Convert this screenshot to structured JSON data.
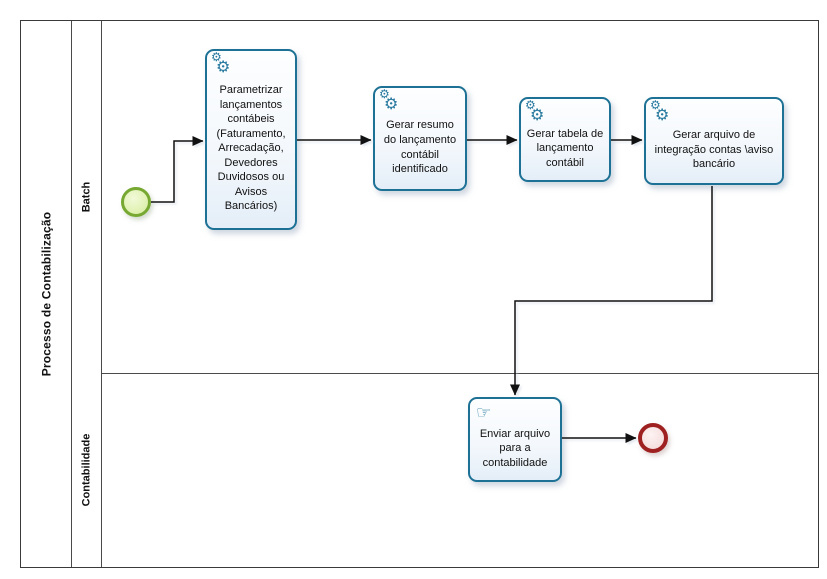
{
  "diagram": {
    "pool": {
      "label": "Processo de Contabilização"
    },
    "lanes": [
      {
        "label": "Batch"
      },
      {
        "label": "Contabilidade"
      }
    ],
    "tasks": [
      {
        "label": "Parametrizar lançamentos contábeis (Faturamento, Arrecadação, Devedores Duvidosos ou Avisos Bancários)",
        "icon": "service-gear-icon"
      },
      {
        "label": "Gerar resumo do lançamento contábil identificado",
        "icon": "service-gear-icon"
      },
      {
        "label": "Gerar tabela de lançamento contábil",
        "icon": "service-gear-icon"
      },
      {
        "label": "Gerar arquivo de integração contas \\aviso bancário",
        "icon": "service-gear-icon"
      },
      {
        "label": "Enviar arquivo para a contabilidade",
        "icon": "manual-hand-icon"
      }
    ],
    "events": [
      {
        "type": "start-event",
        "color": "#76a832"
      },
      {
        "type": "end-event",
        "color": "#9e2020"
      }
    ],
    "colors": {
      "task_border": "#1d7195",
      "icon_blue": "#2b7ba0",
      "start_event_border": "#76a832",
      "end_event_border": "#9e2020",
      "connector": "#111111"
    }
  },
  "icons": {
    "gear": "⚙",
    "hand": "☞"
  }
}
